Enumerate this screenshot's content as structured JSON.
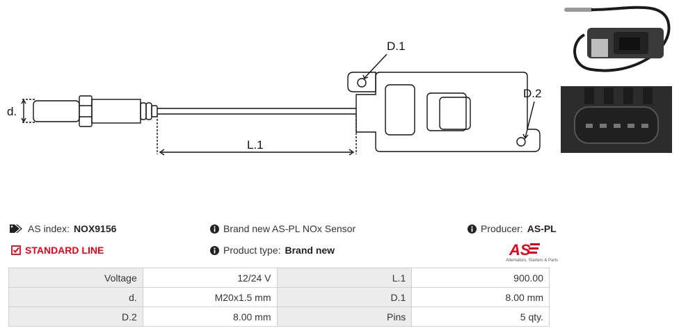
{
  "drawing": {
    "labels": {
      "d": "d.",
      "l1": "L.1",
      "d1": "D.1",
      "d2": "D.2"
    }
  },
  "info": {
    "as_index_label": "AS index:",
    "as_index_value": "NOX9156",
    "standard_line": "STANDARD LINE",
    "brand_text": "Brand new AS-PL NOx Sensor",
    "product_type_label": "Product type:",
    "product_type_value": "Brand new",
    "producer_label": "Producer:",
    "producer_value": "AS-PL",
    "logo_text": "AS",
    "logo_tagline": "Alternators, Starters & Parts"
  },
  "specs": [
    {
      "k1": "Voltage",
      "v1": "12/24 V",
      "k2": "L.1",
      "v2": "900.00"
    },
    {
      "k1": "d.",
      "v1": "M20x1.5 mm",
      "k2": "D.1",
      "v2": "8.00 mm"
    },
    {
      "k1": "D.2",
      "v1": "8.00 mm",
      "k2": "Pins",
      "v2": "5 qty."
    }
  ],
  "colors": {
    "accent_red": "#e3001b",
    "key_cell_bg": "#ececec"
  }
}
